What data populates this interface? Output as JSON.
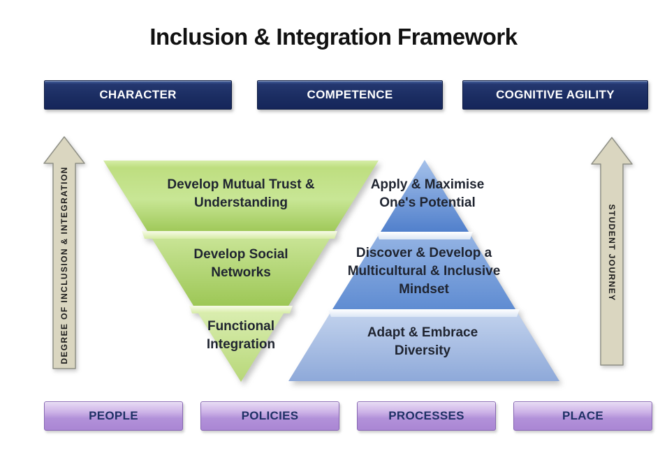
{
  "title": "Inclusion & Integration Framework",
  "pillars": [
    {
      "label": "CHARACTER"
    },
    {
      "label": "COMPETENCE"
    },
    {
      "label": "COGNITIVE AGILITY"
    }
  ],
  "axes": {
    "left_arrow": {
      "label": "DEGREE OF INCLUSION & INTEGRATION",
      "direction": "up"
    },
    "right_arrow": {
      "label": "STUDENT JOURNEY",
      "direction": "up"
    }
  },
  "inverted_pyramid": {
    "theme": "green",
    "tiers": [
      {
        "label": "Develop Mutual Trust &\nUnderstanding"
      },
      {
        "label": "Develop Social\nNetworks"
      },
      {
        "label": "Functional\nIntegration"
      }
    ]
  },
  "upright_pyramid": {
    "theme": "blue",
    "tiers": [
      {
        "label": "Apply & Maximise\nOne's Potential"
      },
      {
        "label": "Discover & Develop a\nMulticultural & Inclusive\nMindset"
      },
      {
        "label": "Adapt & Embrace\nDiversity"
      }
    ]
  },
  "foundations": [
    {
      "label": "PEOPLE"
    },
    {
      "label": "POLICIES"
    },
    {
      "label": "PROCESSES"
    },
    {
      "label": "PLACE"
    }
  ],
  "colors": {
    "pillar_navy": "#1b2d62",
    "foundation_purple": "#b291d9",
    "foundation_text": "#1f3166",
    "arrow_beige": "#dad6c0",
    "arrow_border": "#8f9086",
    "green_main": "#a8cf62",
    "blue_main": "#6c96d6",
    "tier_text": "#1f2430",
    "title_text": "#111111"
  }
}
